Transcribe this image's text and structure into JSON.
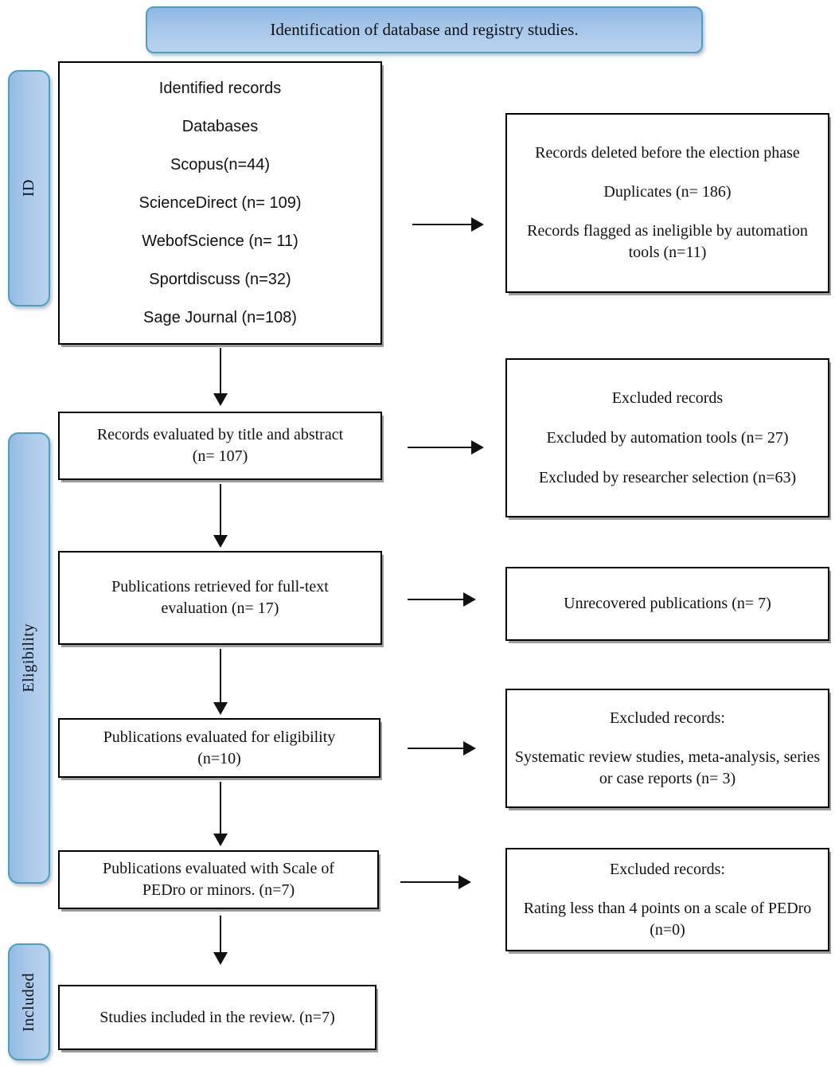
{
  "title": "Identification of database and registry studies.",
  "sidebars": [
    {
      "label": "ID"
    },
    {
      "label": "Eligibility"
    },
    {
      "label": "Included"
    }
  ],
  "left_boxes": [
    {
      "name": "identified-records",
      "lines": [
        "Identified records",
        "Databases",
        "Scopus(n=44)",
        "ScienceDirect (n= 109)",
        "WebofScience (n= 11)",
        "Sportdiscuss (n=32)",
        "Sage Journal (n=108)"
      ]
    },
    {
      "name": "records-evaluated-title-abstract",
      "lines": [
        "Records evaluated by title and abstract",
        "(n= 107)"
      ]
    },
    {
      "name": "publications-retrieved-fulltext",
      "lines": [
        "Publications retrieved for full-text",
        "evaluation (n= 17)"
      ]
    },
    {
      "name": "publications-evaluated-eligibility",
      "lines": [
        "Publications evaluated for eligibility",
        "(n=10)"
      ]
    },
    {
      "name": "publications-evaluated-pedro",
      "lines": [
        "Publications evaluated with Scale of",
        "PEDro or minors. (n=7)"
      ]
    },
    {
      "name": "studies-included",
      "lines": [
        "Studies included in the review. (n=7)"
      ]
    }
  ],
  "right_boxes": [
    {
      "name": "records-deleted-before-election",
      "paragraphs": [
        "Records deleted before the election phase",
        "Duplicates (n= 186)",
        "Records flagged as ineligible by automation tools (n=11)"
      ]
    },
    {
      "name": "excluded-records-screening",
      "paragraphs": [
        "Excluded records",
        "Excluded by automation tools (n= 27)",
        "Excluded by researcher selection (n=63)"
      ]
    },
    {
      "name": "unrecovered-publications",
      "paragraphs": [
        "Unrecovered publications (n= 7)"
      ]
    },
    {
      "name": "excluded-records-eligibility",
      "paragraphs": [
        "Excluded records:",
        "Systematic review studies, meta-analysis, series or case reports (n= 3)"
      ]
    },
    {
      "name": "excluded-records-pedro",
      "paragraphs": [
        "Excluded records:",
        "Rating less than 4 points on a scale of PEDro (n=0)"
      ]
    }
  ],
  "colors": {
    "blue_fill_top": "#8db7e1",
    "blue_fill_bottom": "#b8d3ef",
    "blue_border": "#4c9fc2",
    "box_border": "#000000",
    "text": "#111111"
  }
}
